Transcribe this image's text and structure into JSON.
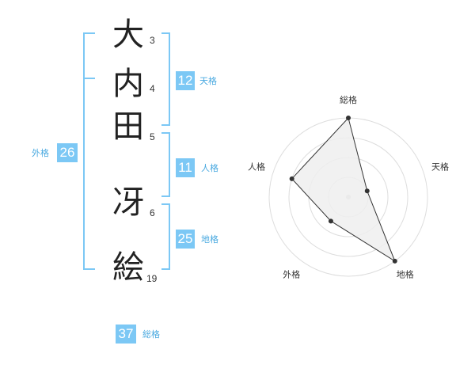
{
  "name": {
    "chars": [
      {
        "kanji": "大",
        "strokes": "3"
      },
      {
        "kanji": "内",
        "strokes": "4"
      },
      {
        "kanji": "田",
        "strokes": "5"
      },
      {
        "kanji": "冴",
        "strokes": "6"
      },
      {
        "kanji": "絵",
        "strokes": "19"
      }
    ]
  },
  "fortune": {
    "tenkaku": {
      "label": "天格",
      "value": "12"
    },
    "jinkaku": {
      "label": "人格",
      "value": "11"
    },
    "chikaku": {
      "label": "地格",
      "value": "25"
    },
    "gaikaku": {
      "label": "外格",
      "value": "26"
    },
    "soukaku": {
      "label": "総格",
      "value": "37"
    }
  },
  "chart_data": {
    "type": "radar",
    "axes": [
      "総格",
      "天格",
      "地格",
      "外格",
      "人格"
    ],
    "values": [
      4,
      1,
      4,
      1.5,
      3
    ],
    "max": 4,
    "rings": 4,
    "fill_color": "#eeeeee",
    "line_color": "#333333",
    "grid_color": "#dddddd"
  }
}
